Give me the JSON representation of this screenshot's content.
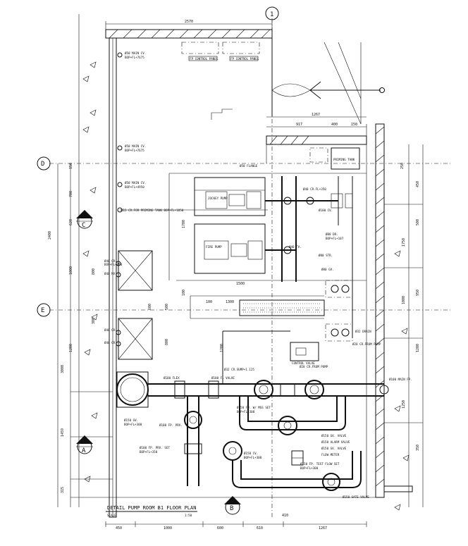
{
  "title_block": {
    "title": "DETAIL PUMP ROOM B1 FLOOR PLAN",
    "scale_label": "SCALE",
    "scale_value": "1:50"
  },
  "grids": {
    "g1": "1",
    "gD": "D",
    "gE": "E"
  },
  "sections": {
    "sA": "A",
    "sB": "B",
    "sC": "C"
  },
  "dims_top": {
    "overall": "2570",
    "d1": "1267",
    "d2": "917",
    "d3": "400",
    "d4": "150"
  },
  "dims_left": {
    "d1": "2400",
    "d2": "3000",
    "d3": "1459",
    "d4": "315",
    "d5": "700",
    "d6": "1000",
    "d7": "1200",
    "d8": "800",
    "d9": "150",
    "d10": "300",
    "d11": "620"
  },
  "dims_bottom": {
    "d1": "450",
    "d2": "1000",
    "d3": "600",
    "d4": "610",
    "d5": "1267",
    "d6": "410"
  },
  "dims_right": {
    "d1": "250",
    "d2": "450",
    "d3": "1750",
    "d4": "1000",
    "d5": "1200",
    "d6": "1250",
    "d7": "500",
    "d8": "350",
    "d9": "950"
  },
  "dims_inner": {
    "d1": "1300",
    "d2": "1700",
    "d3": "1500",
    "d4": "100",
    "d5": "1200",
    "d6": "500",
    "d7": "600",
    "d8": "800",
    "d9": "100"
  },
  "labels": {
    "main_cv_1": "Ø50 MAIN CV.",
    "main_cv_1b": "BOP+FL+7675",
    "main_cv_2": "Ø50 MAIN CV.",
    "main_cv_2b": "BOP+FL+7675",
    "main_cv_3": "Ø50 MAIN CV.",
    "main_cv_3b": "BOP+FL+4950",
    "cr_priming": "Ø15 CR.FOR PRIMING TANK BOP+FL+1850",
    "flange": "Ø50 FLANGE",
    "dr": "Ø80 DR.",
    "dr_b": "BOP+FL+107",
    "str": "Ø80 STR.",
    "gv": "Ø80 GV.",
    "cr_fl": "Ø40 CR.FL+350",
    "cv": "Ø100 CV.",
    "fv": "Ø40 FV.",
    "cr_pump": "Ø20 CR.FROM PUMP",
    "drain": "Ø32 DRAIN",
    "cr_pump2": "Ø20 CR.FROM PUMP",
    "cr_sump": "Ø32 CR.SUMP+1.125",
    "main_fp": "Ø100 MAIN FP.",
    "fl_valve": "Ø100 FL VALVE",
    "gv150": "Ø150 GV.",
    "gv150_b": "BOP+FL+300",
    "fp_prv": "Ø100 FP. PRV.",
    "fp_prv_set": "Ø100 FP. PRV. SET",
    "fp_prv_set_b": "BOP+FL+350",
    "flex": "Ø100 FLEX",
    "mfv": "Ø150 FP. W/ MSS SET",
    "mfv_b": "BOP+FL+300",
    "cv150": "Ø150 CV.",
    "cv_b": "BOP+FL+300",
    "gv_valve": "Ø150 GV. VALVE",
    "alarm_valve": "Ø150 ALARM VALVE",
    "gv_valve2": "Ø150 GV. VALVE",
    "flow_meter": "FLOW METER",
    "test_flow": "Ø150 FP. TEST FLOW SET",
    "test_flow_b": "BOP+FL+300",
    "gate_valve": "Ø150 GATE VALVE",
    "cr": "Ø40 CR.",
    "cr_b": "BOP+FL+350",
    "mv": "Ø40 MV.",
    "cr2": "Ø40 CR.",
    "cr3": "Ø40 CR."
  },
  "equipment": {
    "panel1": "FP CONTROL PANEL",
    "panel2": "FP CONTROL PANEL",
    "pump_a": "JOCKEY PUMP",
    "pump_b": "FIRE PUMP",
    "tank_label": "PRIMING TANK",
    "valve_box": "CONTROL VALVE"
  }
}
